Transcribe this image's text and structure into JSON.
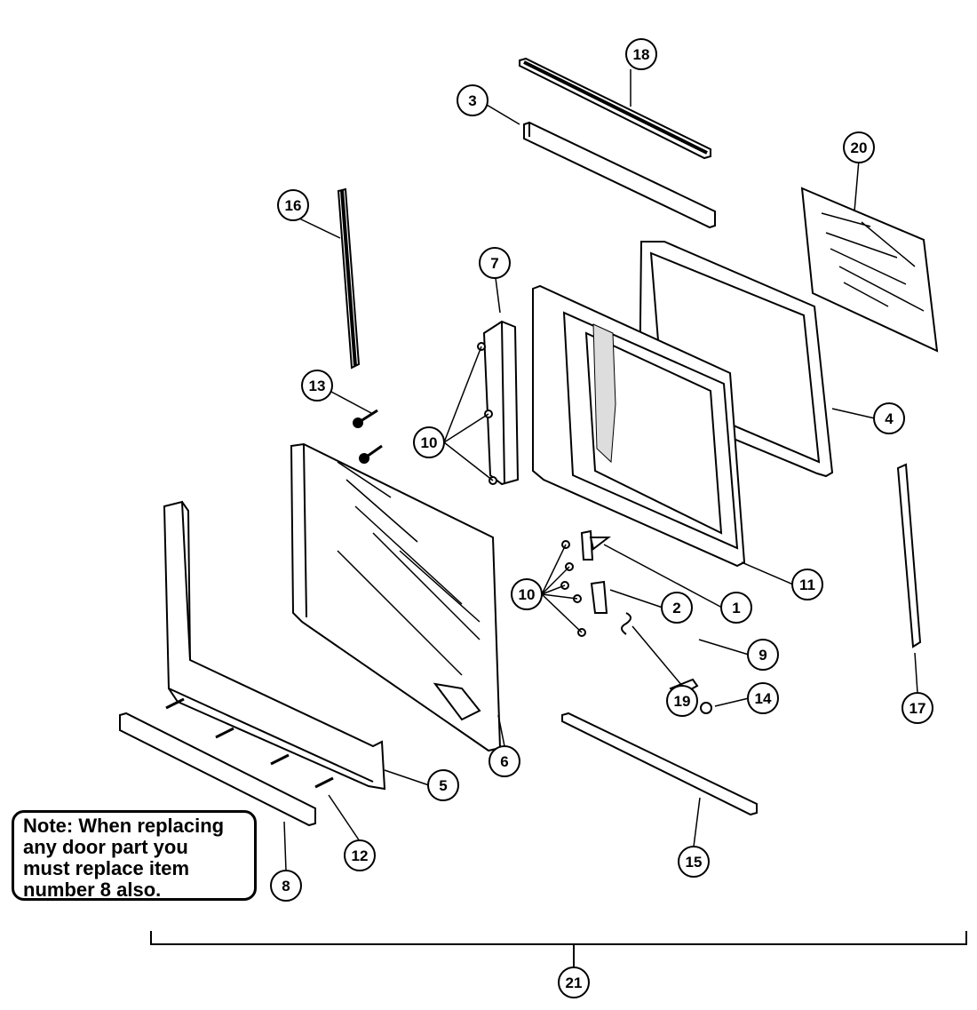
{
  "note": "Note:  When replacing\nany door part you\nmust replace item\nnumber 8 also.",
  "callouts": {
    "c1": "1",
    "c2": "2",
    "c3": "3",
    "c4": "4",
    "c5": "5",
    "c6": "6",
    "c7": "7",
    "c8": "8",
    "c9": "9",
    "c10a": "10",
    "c10b": "10",
    "c11": "11",
    "c12": "12",
    "c13": "13",
    "c14": "14",
    "c15": "15",
    "c16": "16",
    "c17": "17",
    "c18": "18",
    "c19": "19",
    "c20": "20",
    "c21": "21"
  }
}
